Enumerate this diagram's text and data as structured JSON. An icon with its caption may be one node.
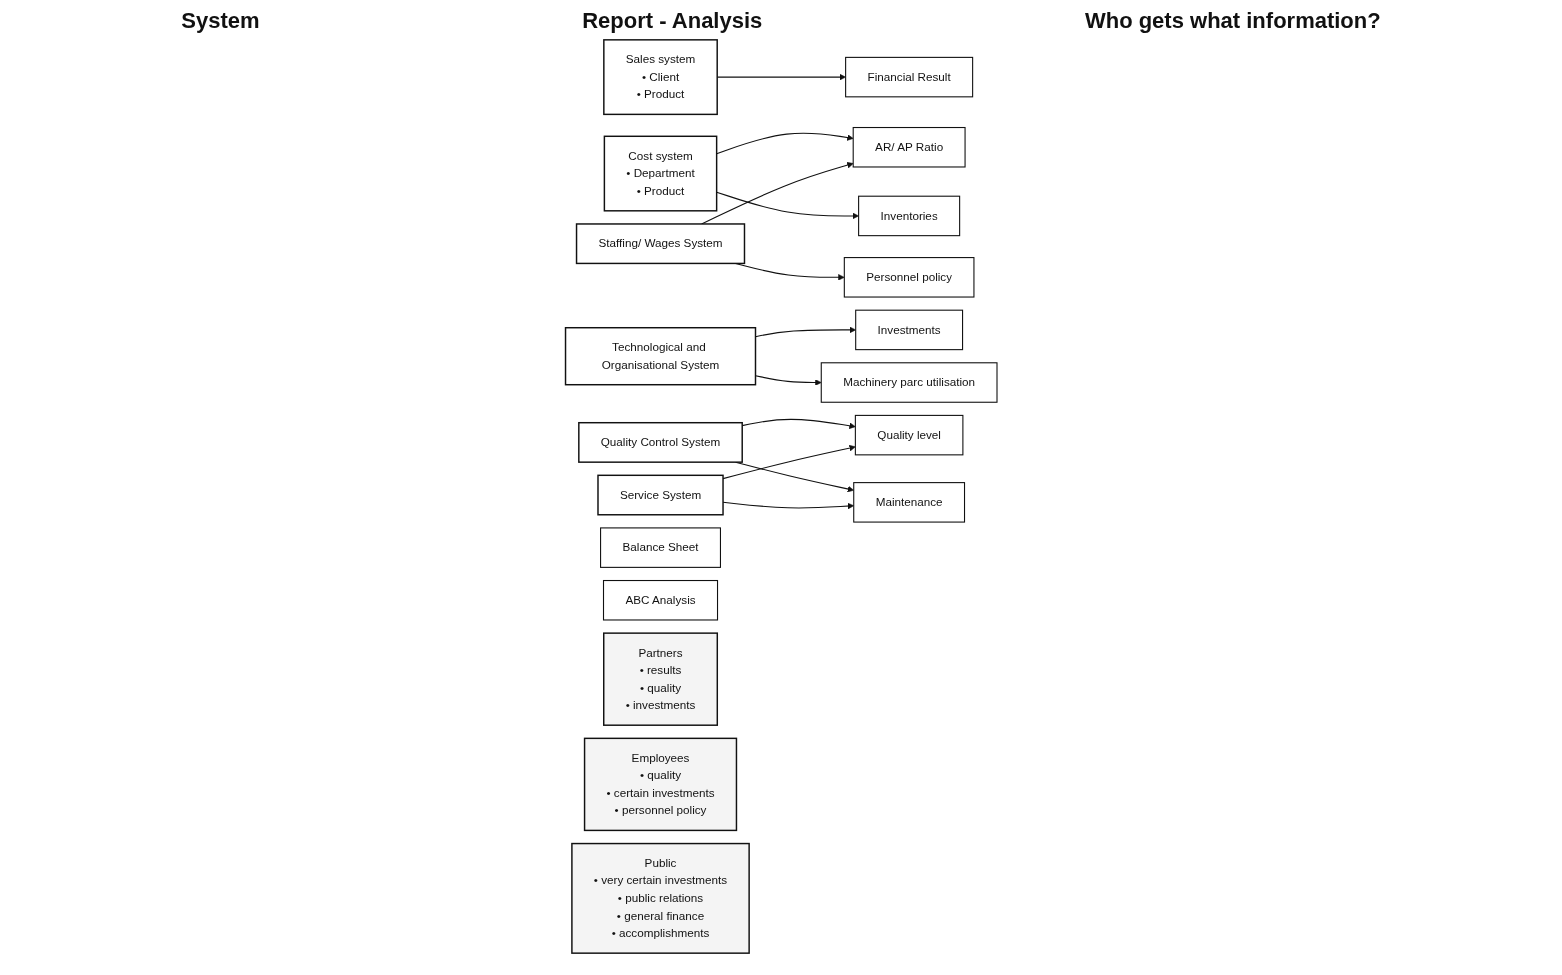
{
  "diagram": {
    "nodes": [
      {
        "text": [
          "Sales system",
          "• Client",
          "• Product"
        ]
      },
      {
        "text": [
          "Cost system",
          "• Department",
          "• Product"
        ]
      },
      {
        "text": [
          "Staffing/ Wages System"
        ]
      },
      {
        "text": [
          "Technological and Organisational System"
        ]
      },
      {
        "text": [
          "Quality Control System"
        ]
      },
      {
        "text": [
          "Service System"
        ]
      },
      {
        "text": [
          "Balance Sheet"
        ]
      },
      {
        "text": [
          "Financial Result"
        ]
      },
      {
        "text": [
          "AR/ AP Ratio"
        ]
      },
      {
        "text": [
          "ABC Analysis"
        ]
      },
      {
        "text": [
          "Inventories"
        ]
      },
      {
        "text": [
          "Personnel policy"
        ]
      },
      {
        "text": [
          "Investments"
        ]
      },
      {
        "text": [
          "Machinery parc utilisation"
        ]
      },
      {
        "text": [
          "Quality level"
        ]
      },
      {
        "text": [
          "Maintenance"
        ]
      },
      {
        "text": [
          "Partners",
          "• results",
          "• quality",
          "• investments"
        ]
      },
      {
        "text": [
          "Employees",
          "• quality",
          "• certain investments",
          "• personnel policy"
        ]
      },
      {
        "text": [
          "Public",
          "• very certain investments",
          "• public relations",
          "• general finance",
          "• accomplishments"
        ]
      }
    ],
    "edges": [
      {
        "from": 0,
        "to": 7,
        "arrow": "to"
      },
      {
        "from": 1,
        "to": 8,
        "arrow": "to"
      },
      {
        "from": 1,
        "to": 10,
        "arrow": "to"
      },
      {
        "from": 2,
        "to": 8,
        "arrow": "to"
      },
      {
        "from": 2,
        "to": 11,
        "arrow": "to"
      },
      {
        "from": 3,
        "to": 12,
        "arrow": "to"
      },
      {
        "from": 3,
        "to": 13,
        "arrow": "to"
      },
      {
        "from": 4,
        "to": 14,
        "arrow": "to"
      },
      {
        "from": 4,
        "to": 15,
        "arrow": "to"
      },
      {
        "from": 5,
        "to": 14,
        "arrow": "to"
      },
      {
        "from": 5,
        "to": 15,
        "arrow": "to"
      }
    ],
    "labels": [
      "System",
      "Report - Analysis",
      "Who gets what information?"
    ]
  }
}
